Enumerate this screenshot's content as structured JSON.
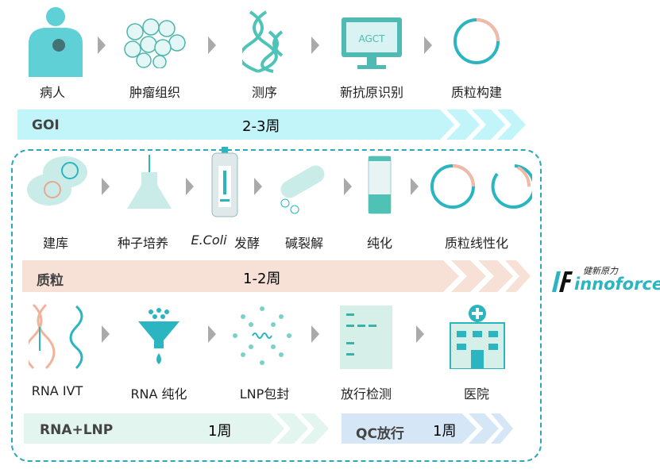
{
  "row1": {
    "steps": [
      "病人",
      "肿瘤组织",
      "测序",
      "新抗原识别",
      "质粒构建"
    ],
    "monitor_text": "AGCT"
  },
  "bar1": {
    "name": "GOI",
    "duration": "2-3周"
  },
  "row2": {
    "steps": [
      "建库",
      "种子培养",
      "E.Coli",
      "发酵",
      "碱裂解",
      "纯化",
      "质粒线性化"
    ]
  },
  "bar2": {
    "name": "质粒",
    "duration": "1-2周"
  },
  "row3": {
    "steps": [
      "RNA IVT",
      "RNA 纯化",
      "LNP包封",
      "放行检测",
      "医院"
    ]
  },
  "bar3": {
    "name": "RNA+LNP",
    "duration": "1周"
  },
  "bar4": {
    "name": "QC放行",
    "duration": "1周"
  },
  "logo": {
    "cn": "健新原力",
    "en": "innoforce"
  },
  "colors": {
    "teal": "#2bb5c0",
    "cyan_bar": "#c2f5fa",
    "pink_bar": "#f7e0d6",
    "green_bar": "#e2f5ef",
    "blue_bar": "#d5e7f7"
  }
}
